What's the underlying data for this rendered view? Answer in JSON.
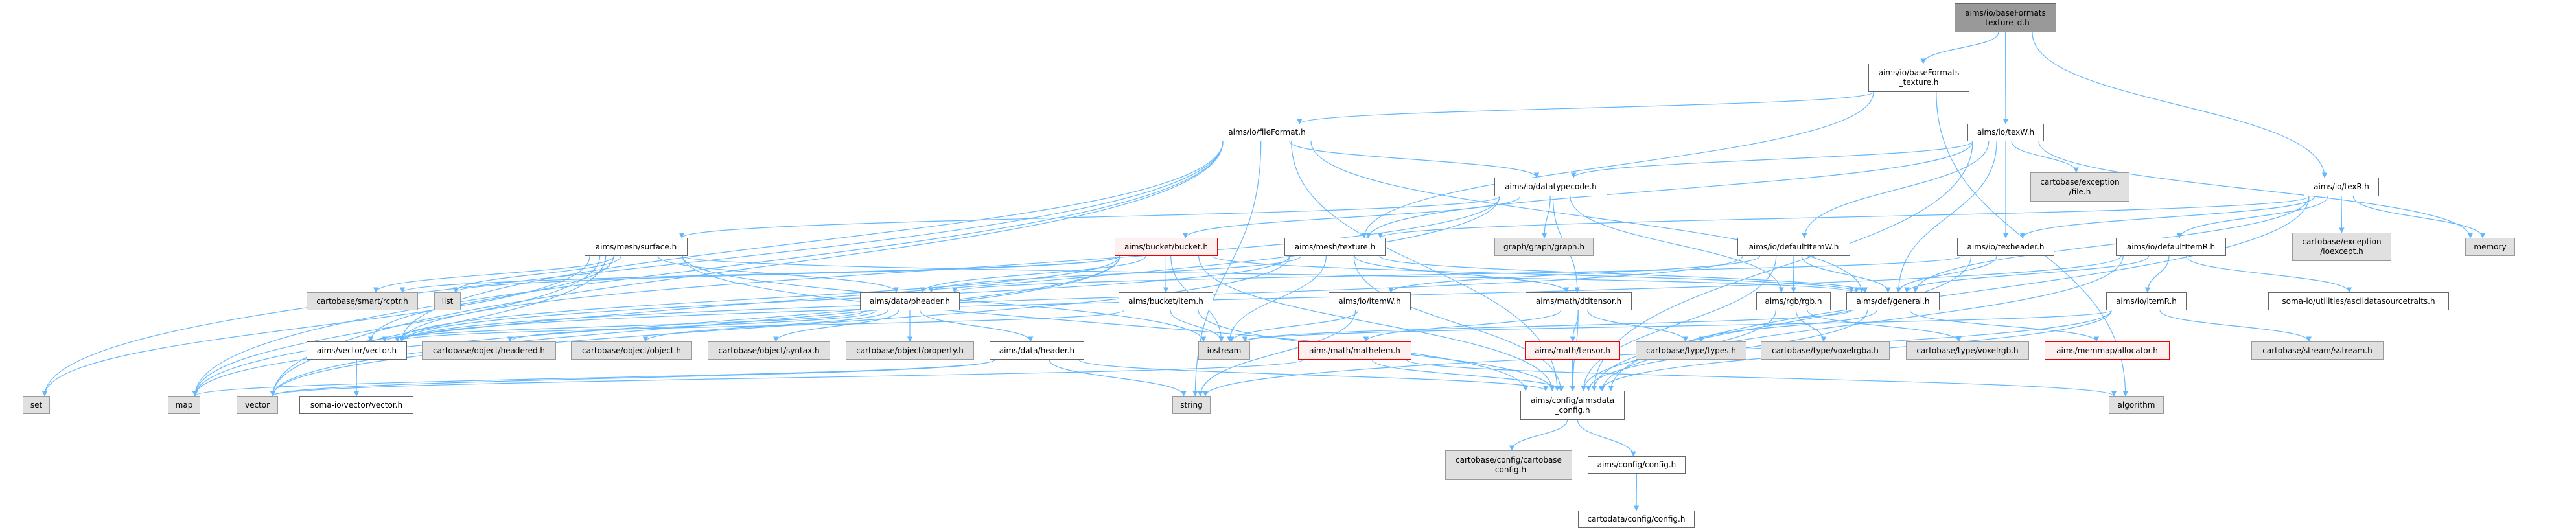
{
  "colors": {
    "edge": "#63b8ff",
    "root_fill": "#999999",
    "gray_fill": "#e0e0e0",
    "red_border": "#ff0000"
  },
  "nodes": [
    {
      "id": "root",
      "label": "aims/io/baseFormats\n_texture_d.h",
      "style": "root"
    },
    {
      "id": "bft",
      "label": "aims/io/baseFormats\n_texture.h",
      "style": "normal"
    },
    {
      "id": "fileformat",
      "label": "aims/io/fileFormat.h",
      "style": "normal"
    },
    {
      "id": "texw",
      "label": "aims/io/texW.h",
      "style": "normal"
    },
    {
      "id": "datatypecode",
      "label": "aims/io/datatypecode.h",
      "style": "normal"
    },
    {
      "id": "excfile",
      "label": "cartobase/exception\n/file.h",
      "style": "gray"
    },
    {
      "id": "texr",
      "label": "aims/io/texR.h",
      "style": "normal"
    },
    {
      "id": "surface",
      "label": "aims/mesh/surface.h",
      "style": "normal"
    },
    {
      "id": "bucket",
      "label": "aims/bucket/bucket.h",
      "style": "red"
    },
    {
      "id": "meshtexture",
      "label": "aims/mesh/texture.h",
      "style": "normal"
    },
    {
      "id": "graph",
      "label": "graph/graph/graph.h",
      "style": "gray"
    },
    {
      "id": "defitemw",
      "label": "aims/io/defaultItemW.h",
      "style": "normal"
    },
    {
      "id": "texheader",
      "label": "aims/io/texheader.h",
      "style": "normal"
    },
    {
      "id": "defitemr",
      "label": "aims/io/defaultItemR.h",
      "style": "normal"
    },
    {
      "id": "ioexcept",
      "label": "cartobase/exception\n/ioexcept.h",
      "style": "gray"
    },
    {
      "id": "memory",
      "label": "memory",
      "style": "gray"
    },
    {
      "id": "rcptr",
      "label": "cartobase/smart/rcptr.h",
      "style": "gray"
    },
    {
      "id": "list",
      "label": "list",
      "style": "gray"
    },
    {
      "id": "pheader",
      "label": "aims/data/pheader.h",
      "style": "normal"
    },
    {
      "id": "item",
      "label": "aims/bucket/item.h",
      "style": "normal"
    },
    {
      "id": "itemw",
      "label": "aims/io/itemW.h",
      "style": "normal"
    },
    {
      "id": "dtitensor",
      "label": "aims/math/dtitensor.h",
      "style": "normal"
    },
    {
      "id": "rgb",
      "label": "aims/rgb/rgb.h",
      "style": "normal"
    },
    {
      "id": "general",
      "label": "aims/def/general.h",
      "style": "normal"
    },
    {
      "id": "itemr",
      "label": "aims/io/itemR.h",
      "style": "normal"
    },
    {
      "id": "ascii",
      "label": "soma-io/utilities/asciidatasourcetraits.h",
      "style": "normal"
    },
    {
      "id": "vectorh",
      "label": "aims/vector/vector.h",
      "style": "normal"
    },
    {
      "id": "headered",
      "label": "cartobase/object/headered.h",
      "style": "gray"
    },
    {
      "id": "object",
      "label": "cartobase/object/object.h",
      "style": "gray"
    },
    {
      "id": "syntax",
      "label": "cartobase/object/syntax.h",
      "style": "gray"
    },
    {
      "id": "property",
      "label": "cartobase/object/property.h",
      "style": "gray"
    },
    {
      "id": "header",
      "label": "aims/data/header.h",
      "style": "normal"
    },
    {
      "id": "iostream",
      "label": "iostream",
      "style": "gray"
    },
    {
      "id": "mathelem",
      "label": "aims/math/mathelem.h",
      "style": "red"
    },
    {
      "id": "tensor",
      "label": "aims/math/tensor.h",
      "style": "red"
    },
    {
      "id": "types",
      "label": "cartobase/type/types.h",
      "style": "gray"
    },
    {
      "id": "voxelrgba",
      "label": "cartobase/type/voxelrgba.h",
      "style": "gray"
    },
    {
      "id": "voxelrgb",
      "label": "cartobase/type/voxelrgb.h",
      "style": "gray"
    },
    {
      "id": "allocator",
      "label": "aims/memmap/allocator.h",
      "style": "red"
    },
    {
      "id": "sstream",
      "label": "cartobase/stream/sstream.h",
      "style": "gray"
    },
    {
      "id": "set",
      "label": "set",
      "style": "gray"
    },
    {
      "id": "map",
      "label": "map",
      "style": "gray"
    },
    {
      "id": "vector",
      "label": "vector",
      "style": "gray"
    },
    {
      "id": "somavector",
      "label": "soma-io/vector/vector.h",
      "style": "normal"
    },
    {
      "id": "string",
      "label": "string",
      "style": "gray"
    },
    {
      "id": "aimsconfig",
      "label": "aims/config/aimsdata\n_config.h",
      "style": "normal"
    },
    {
      "id": "algorithm",
      "label": "algorithm",
      "style": "gray"
    },
    {
      "id": "cbconfig",
      "label": "cartobase/config/cartobase\n_config.h",
      "style": "gray"
    },
    {
      "id": "config",
      "label": "aims/config/config.h",
      "style": "normal"
    },
    {
      "id": "cdconfig",
      "label": "cartodata/config/config.h",
      "style": "normal"
    }
  ],
  "edges": [
    [
      "root",
      "bft"
    ],
    [
      "root",
      "texw"
    ],
    [
      "root",
      "texr"
    ],
    [
      "bft",
      "fileformat"
    ],
    [
      "bft",
      "meshtexture"
    ],
    [
      "bft",
      "algorithm"
    ],
    [
      "fileformat",
      "set"
    ],
    [
      "fileformat",
      "map"
    ],
    [
      "fileformat",
      "vector"
    ],
    [
      "fileformat",
      "string"
    ],
    [
      "fileformat",
      "aimsconfig"
    ],
    [
      "fileformat",
      "datatypecode"
    ],
    [
      "fileformat",
      "general"
    ],
    [
      "fileformat",
      "vectorh"
    ],
    [
      "texw",
      "datatypecode"
    ],
    [
      "texw",
      "meshtexture"
    ],
    [
      "texw",
      "excfile"
    ],
    [
      "texw",
      "texheader"
    ],
    [
      "texw",
      "defitemw"
    ],
    [
      "texw",
      "memory"
    ],
    [
      "texw",
      "aimsconfig"
    ],
    [
      "texw",
      "general"
    ],
    [
      "texr",
      "meshtexture"
    ],
    [
      "texr",
      "texheader"
    ],
    [
      "texr",
      "defitemr"
    ],
    [
      "texr",
      "ioexcept"
    ],
    [
      "texr",
      "memory"
    ],
    [
      "texr",
      "aimsconfig"
    ],
    [
      "texr",
      "general"
    ],
    [
      "datatypecode",
      "surface"
    ],
    [
      "datatypecode",
      "bucket"
    ],
    [
      "datatypecode",
      "graph"
    ],
    [
      "datatypecode",
      "dtitensor"
    ],
    [
      "datatypecode",
      "rgb"
    ],
    [
      "datatypecode",
      "vectorh"
    ],
    [
      "datatypecode",
      "map"
    ],
    [
      "surface",
      "vectorh"
    ],
    [
      "surface",
      "rcptr"
    ],
    [
      "surface",
      "list"
    ],
    [
      "surface",
      "set"
    ],
    [
      "surface",
      "map"
    ],
    [
      "surface",
      "vector"
    ],
    [
      "surface",
      "pheader"
    ],
    [
      "surface",
      "iostream"
    ],
    [
      "surface",
      "aimsconfig"
    ],
    [
      "surface",
      "general"
    ],
    [
      "bucket",
      "item"
    ],
    [
      "bucket",
      "pheader"
    ],
    [
      "bucket",
      "iostream"
    ],
    [
      "bucket",
      "rcptr"
    ],
    [
      "bucket",
      "list"
    ],
    [
      "bucket",
      "map"
    ],
    [
      "bucket",
      "vector"
    ],
    [
      "bucket",
      "aimsconfig"
    ],
    [
      "bucket",
      "general"
    ],
    [
      "bucket",
      "vectorh"
    ],
    [
      "meshtexture",
      "pheader"
    ],
    [
      "meshtexture",
      "dtitensor"
    ],
    [
      "meshtexture",
      "vectorh"
    ],
    [
      "meshtexture",
      "iostream"
    ],
    [
      "meshtexture",
      "aimsconfig"
    ],
    [
      "meshtexture",
      "general"
    ],
    [
      "meshtexture",
      "vector"
    ],
    [
      "defitemw",
      "itemw"
    ],
    [
      "defitemw",
      "rgb"
    ],
    [
      "defitemw",
      "general"
    ],
    [
      "defitemw",
      "aimsconfig"
    ],
    [
      "defitemw",
      "vectorh"
    ],
    [
      "texheader",
      "pheader"
    ],
    [
      "texheader",
      "general"
    ],
    [
      "texheader",
      "aimsconfig"
    ],
    [
      "defitemr",
      "itemr"
    ],
    [
      "defitemr",
      "general"
    ],
    [
      "defitemr",
      "ascii"
    ],
    [
      "defitemr",
      "aimsconfig"
    ],
    [
      "defitemr",
      "vectorh"
    ],
    [
      "pheader",
      "headered"
    ],
    [
      "pheader",
      "object"
    ],
    [
      "pheader",
      "syntax"
    ],
    [
      "pheader",
      "property"
    ],
    [
      "pheader",
      "header"
    ],
    [
      "pheader",
      "vectorh"
    ],
    [
      "item",
      "iostream"
    ],
    [
      "item",
      "aimsconfig"
    ],
    [
      "item",
      "vectorh"
    ],
    [
      "itemw",
      "iostream"
    ],
    [
      "itemw",
      "string"
    ],
    [
      "dtitensor",
      "mathelem"
    ],
    [
      "dtitensor",
      "tensor"
    ],
    [
      "dtitensor",
      "types"
    ],
    [
      "dtitensor",
      "aimsconfig"
    ],
    [
      "rgb",
      "voxelrgba"
    ],
    [
      "rgb",
      "voxelrgb"
    ],
    [
      "rgb",
      "aimsconfig"
    ],
    [
      "general",
      "types"
    ],
    [
      "general",
      "allocator"
    ],
    [
      "general",
      "aimsconfig"
    ],
    [
      "general",
      "iostream"
    ],
    [
      "itemr",
      "iostream"
    ],
    [
      "itemr",
      "sstream"
    ],
    [
      "itemr",
      "aimsconfig"
    ],
    [
      "itemr",
      "string"
    ],
    [
      "vectorh",
      "somavector"
    ],
    [
      "header",
      "string"
    ],
    [
      "header",
      "aimsconfig"
    ],
    [
      "header",
      "map"
    ],
    [
      "header",
      "vector"
    ],
    [
      "mathelem",
      "aimsconfig"
    ],
    [
      "mathelem",
      "algorithm"
    ],
    [
      "mathelem",
      "vector"
    ],
    [
      "tensor",
      "aimsconfig"
    ],
    [
      "aimsconfig",
      "cbconfig"
    ],
    [
      "aimsconfig",
      "config"
    ],
    [
      "config",
      "cdconfig"
    ]
  ]
}
